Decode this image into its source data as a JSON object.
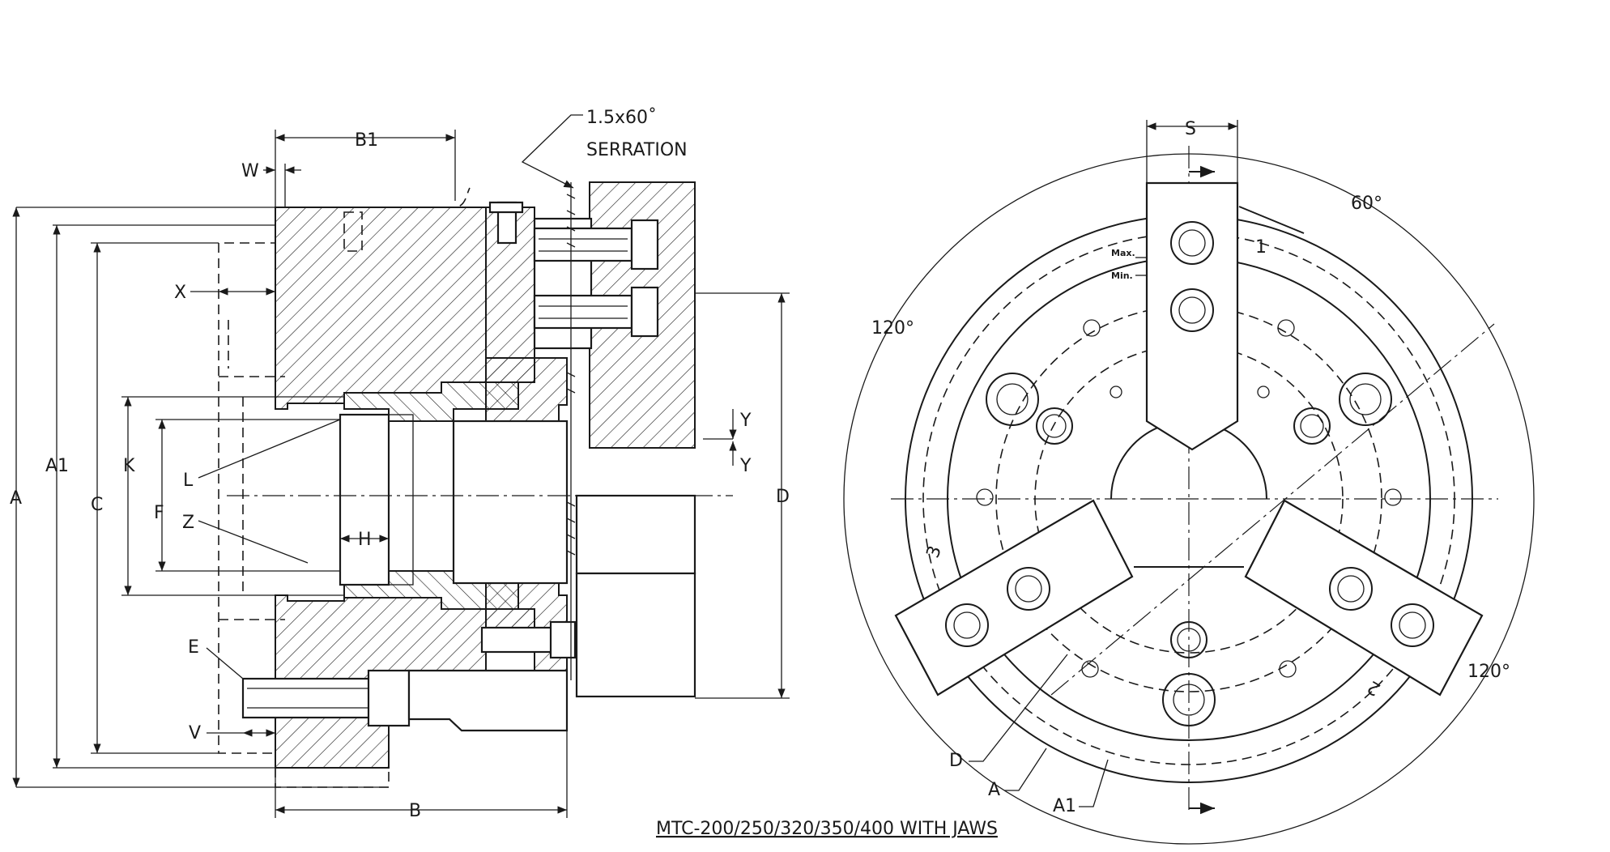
{
  "side_view": {
    "labels": {
      "A": "A",
      "A1": "A1",
      "C": "C",
      "K": "K",
      "F": "F",
      "B1": "B1",
      "W": "W",
      "X": "X",
      "L": "L",
      "Z": "Z",
      "H": "H",
      "E": "E",
      "V": "V",
      "B": "B",
      "D": "D",
      "Y_top": "Y",
      "Y_bottom": "Y"
    },
    "serration_line1": "1.5x60˚",
    "serration_line2": "SERRATION"
  },
  "front_view": {
    "labels": {
      "S": "S",
      "D": "D",
      "A": "A",
      "A1": "A1"
    },
    "angles": {
      "top_right": "60°",
      "left": "120°",
      "bottom_right": "120°"
    },
    "jaw_numbers": {
      "j1": "1",
      "j2": "2",
      "j3": "3"
    },
    "max_label": "Max.",
    "min_label": "Min."
  },
  "caption": "MTC-200/250/320/350/400 WITH JAWS"
}
